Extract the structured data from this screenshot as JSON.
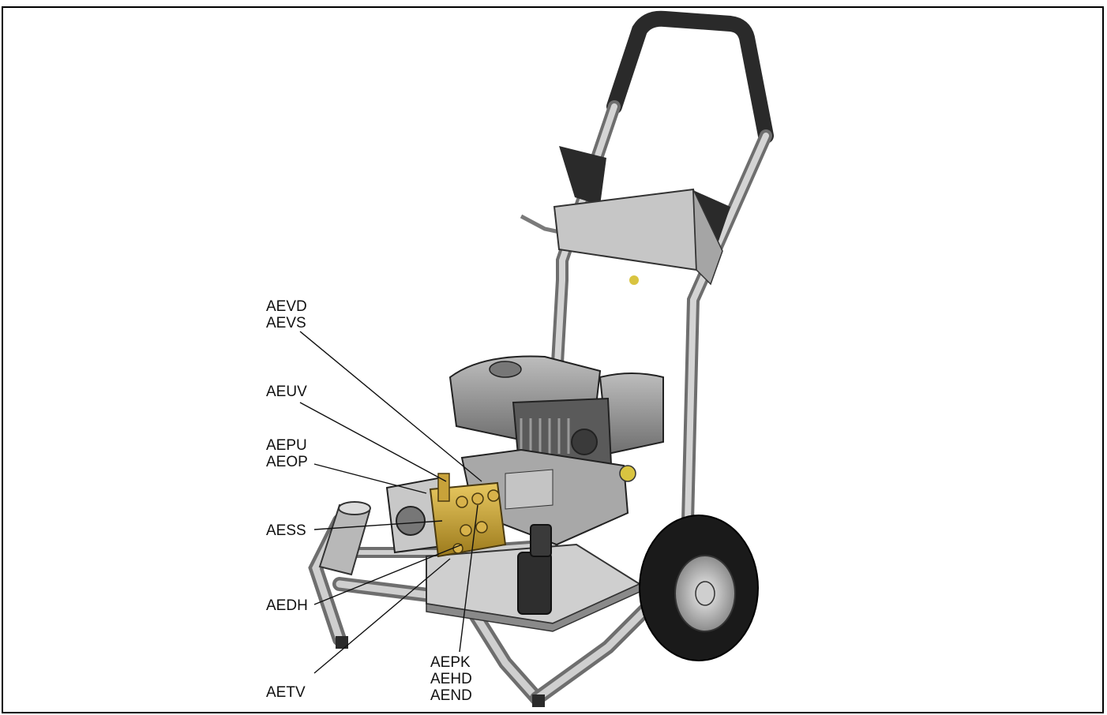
{
  "diagram": {
    "callouts": [
      {
        "id": "aevd",
        "lines": [
          "AEVD",
          "AEVS"
        ]
      },
      {
        "id": "aeuv",
        "lines": [
          "AEUV"
        ]
      },
      {
        "id": "aepu",
        "lines": [
          "AEPU",
          "AEOP"
        ]
      },
      {
        "id": "aess",
        "lines": [
          "AESS"
        ]
      },
      {
        "id": "aedh",
        "lines": [
          "AEDH"
        ]
      },
      {
        "id": "aetv",
        "lines": [
          "AETV"
        ]
      },
      {
        "id": "aepk",
        "lines": [
          "AEPK",
          "AEHD",
          "AEND"
        ]
      }
    ]
  },
  "colors": {
    "frame_tube": "#b8b8b8",
    "frame_tube_dark": "#6e6e6e",
    "handle_grip": "#2a2a2a",
    "panel": "#c6c6c6",
    "engine_body": "#8f8f8f",
    "engine_dark": "#3a3a3a",
    "pump_brass": "#c8a23a",
    "tire": "#1a1a1a",
    "hub": "#b0b0b0"
  }
}
